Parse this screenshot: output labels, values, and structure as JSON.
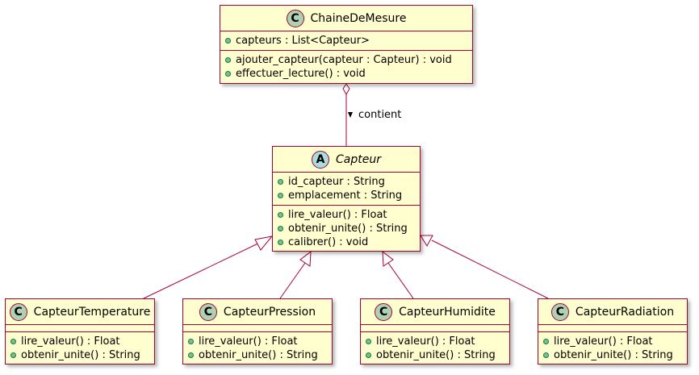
{
  "colors": {
    "class_fill": "#fefece",
    "border": "#a80036",
    "badge_class": "#add1b2",
    "badge_abstract": "#a9dcdf",
    "visibility_public": "#84be84"
  },
  "classes": {
    "chaine": {
      "badge": "C",
      "name": "ChaineDeMesure",
      "attributes": [
        "capteurs : List<Capteur>"
      ],
      "methods": [
        "ajouter_capteur(capteur : Capteur) : void",
        "effectuer_lecture() : void"
      ]
    },
    "capteur": {
      "badge": "A",
      "name": "Capteur",
      "attributes": [
        "id_capteur : String",
        "emplacement : String"
      ],
      "methods": [
        "lire_valeur() : Float",
        "obtenir_unite() : String",
        "calibrer() : void"
      ]
    },
    "temperature": {
      "badge": "C",
      "name": "CapteurTemperature",
      "methods": [
        "lire_valeur() : Float",
        "obtenir_unite() : String"
      ]
    },
    "pression": {
      "badge": "C",
      "name": "CapteurPression",
      "methods": [
        "lire_valeur() : Float",
        "obtenir_unite() : String"
      ]
    },
    "humidite": {
      "badge": "C",
      "name": "CapteurHumidite",
      "methods": [
        "lire_valeur() : Float",
        "obtenir_unite() : String"
      ]
    },
    "radiation": {
      "badge": "C",
      "name": "CapteurRadiation",
      "methods": [
        "lire_valeur() : Float",
        "obtenir_unite() : String"
      ]
    }
  },
  "relations": {
    "aggregation_label": "contient"
  }
}
